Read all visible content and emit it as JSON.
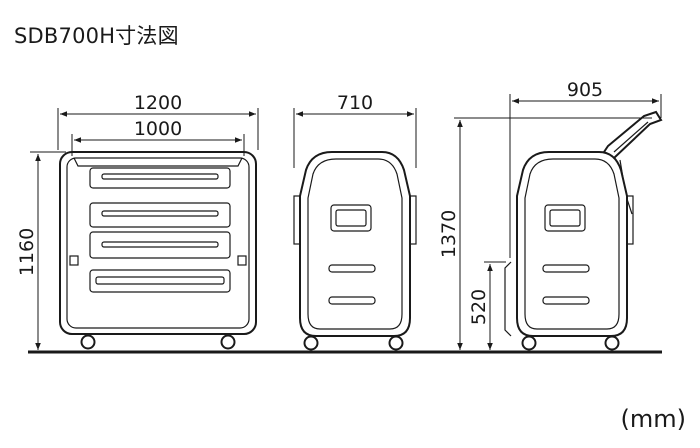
{
  "title": "SDB700H寸法図",
  "unit": "(mm)",
  "dimensions": {
    "front_width_outer": "1200",
    "front_width_inner": "1000",
    "front_height": "1160",
    "side_width": "710",
    "handle_depth": "905",
    "handle_height": "1370",
    "handle_mount_height": "520"
  }
}
